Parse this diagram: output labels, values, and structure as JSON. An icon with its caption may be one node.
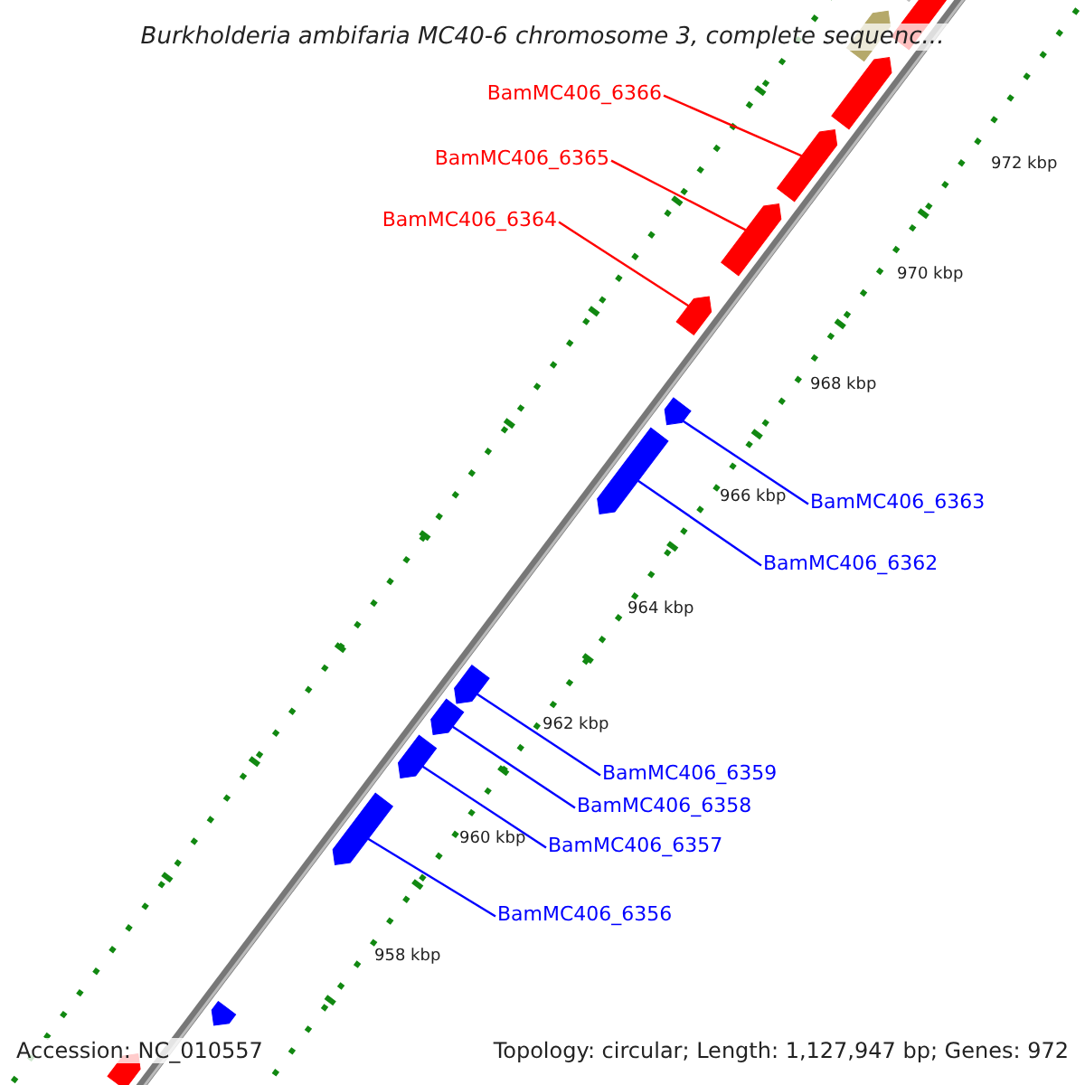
{
  "diagram": {
    "title": "Burkholderia ambifaria MC40-6 chromosome 3, complete sequenc...",
    "nodes": [
      {
        "text": [
          "BamMC406_6366"
        ]
      },
      {
        "text": [
          "BamMC406_6365"
        ]
      },
      {
        "text": [
          "BamMC406_6364"
        ]
      },
      {
        "text": [
          "BamMC406_6363"
        ]
      },
      {
        "text": [
          "BamMC406_6362"
        ]
      },
      {
        "text": [
          "BamMC406_6359"
        ]
      },
      {
        "text": [
          "BamMC406_6358"
        ]
      },
      {
        "text": [
          "BamMC406_6357"
        ]
      },
      {
        "text": [
          "BamMC406_6356"
        ]
      },
      {
        "text": [],
        "shape": "pentagon"
      },
      {
        "text": [],
        "shape": "pentagon"
      },
      {
        "text": [],
        "shape": "pentagon"
      },
      {
        "text": [],
        "shape": "pentagon"
      },
      {
        "text": [],
        "shape": "pentagon"
      },
      {
        "text": [],
        "shape": "pentagon"
      },
      {
        "text": [],
        "shape": "pentagon"
      },
      {
        "text": [],
        "shape": "pentagon"
      },
      {
        "text": [],
        "shape": "pentagon"
      },
      {
        "text": [],
        "shape": "pentagon"
      },
      {
        "text": [],
        "shape": "pentagon"
      },
      {
        "text": [],
        "shape": "pentagon"
      },
      {
        "text": [],
        "shape": "pentagon"
      },
      {
        "text": [],
        "shape": "pentagon"
      },
      {
        "text": [],
        "shape": "pentagon"
      }
    ],
    "edges": [
      {
        "from": 0,
        "to": 9,
        "arrow": "none",
        "color": "#ff0000"
      },
      {
        "from": 1,
        "to": 10,
        "arrow": "none",
        "color": "#ff0000"
      },
      {
        "from": 2,
        "to": 11,
        "arrow": "none",
        "color": "#ff0000"
      },
      {
        "from": 3,
        "to": 12,
        "arrow": "none"
      },
      {
        "from": 4,
        "to": 13,
        "arrow": "none"
      },
      {
        "from": 5,
        "to": 14,
        "arrow": "none"
      },
      {
        "from": 6,
        "to": 15,
        "arrow": "none"
      },
      {
        "from": 7,
        "to": 16,
        "arrow": "none"
      },
      {
        "from": 8,
        "to": 17,
        "arrow": "none"
      }
    ],
    "labels": [
      "972 kbp",
      "970 kbp",
      "968 kbp",
      "966 kbp",
      "964 kbp",
      "962 kbp",
      "960 kbp",
      "958 kbp",
      "Accession: NC_010557",
      "Topology: circular; Length: 1,127,947 bp; Genes: 972"
    ]
  }
}
